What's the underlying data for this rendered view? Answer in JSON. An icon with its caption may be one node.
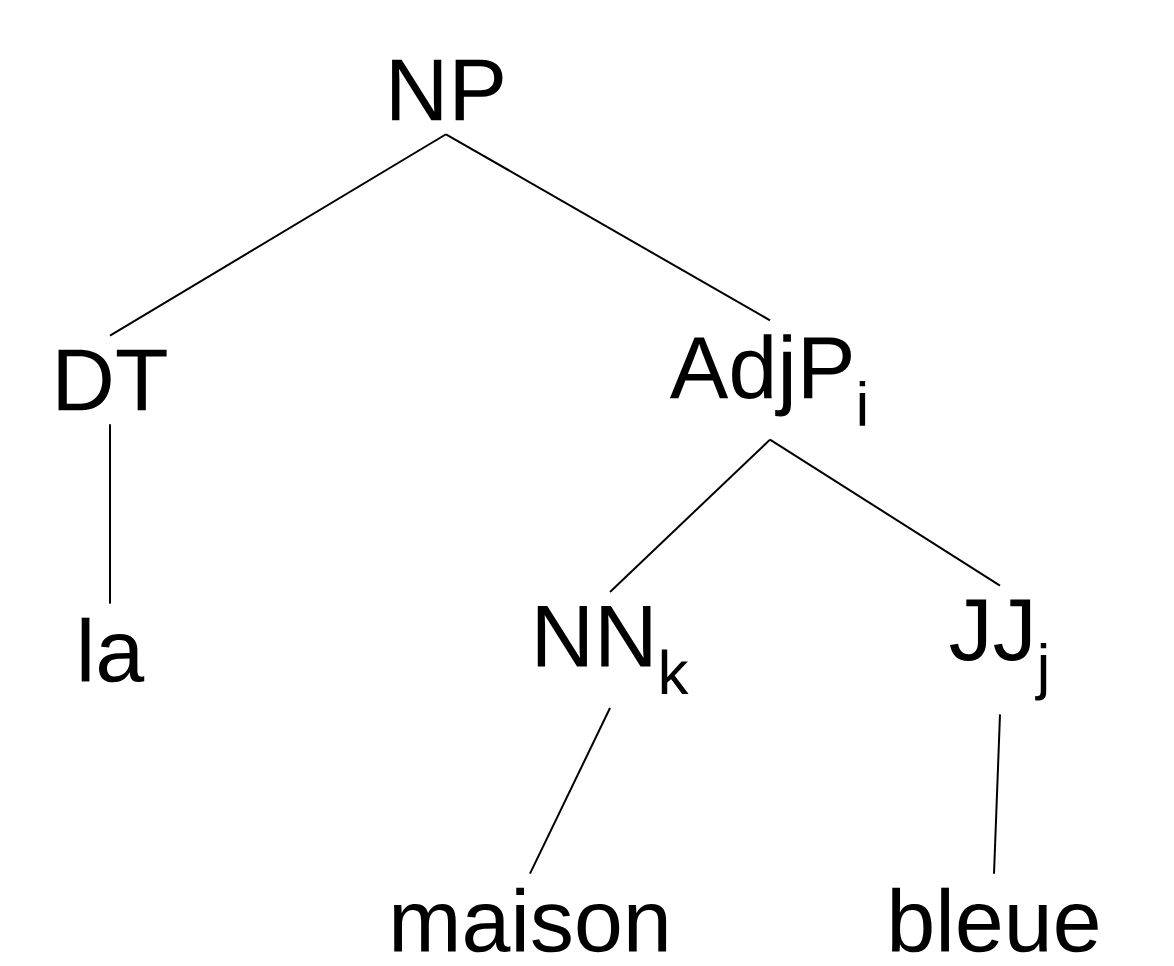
{
  "diagram": {
    "nodes": [
      {
        "text": [
          "NP"
        ]
      },
      {
        "text": [
          "DT"
        ]
      },
      {
        "text": [
          "AdjP$_{i}$"
        ]
      },
      {
        "text": [
          "la"
        ]
      },
      {
        "text": [
          "NN$_{k}$"
        ]
      },
      {
        "text": [
          "JJ$_{j}$"
        ]
      },
      {
        "text": [
          "maison"
        ]
      },
      {
        "text": [
          "bleue"
        ]
      }
    ],
    "edges": [
      {
        "from": 0,
        "to": 1,
        "arrow": "none"
      },
      {
        "from": 0,
        "to": 2,
        "arrow": "none"
      },
      {
        "from": 1,
        "to": 3,
        "arrow": "none"
      },
      {
        "from": 2,
        "to": 4,
        "arrow": "none"
      },
      {
        "from": 2,
        "to": 5,
        "arrow": "none"
      },
      {
        "from": 4,
        "to": 6,
        "arrow": "none"
      },
      {
        "from": 5,
        "to": 7,
        "arrow": "none"
      }
    ]
  }
}
